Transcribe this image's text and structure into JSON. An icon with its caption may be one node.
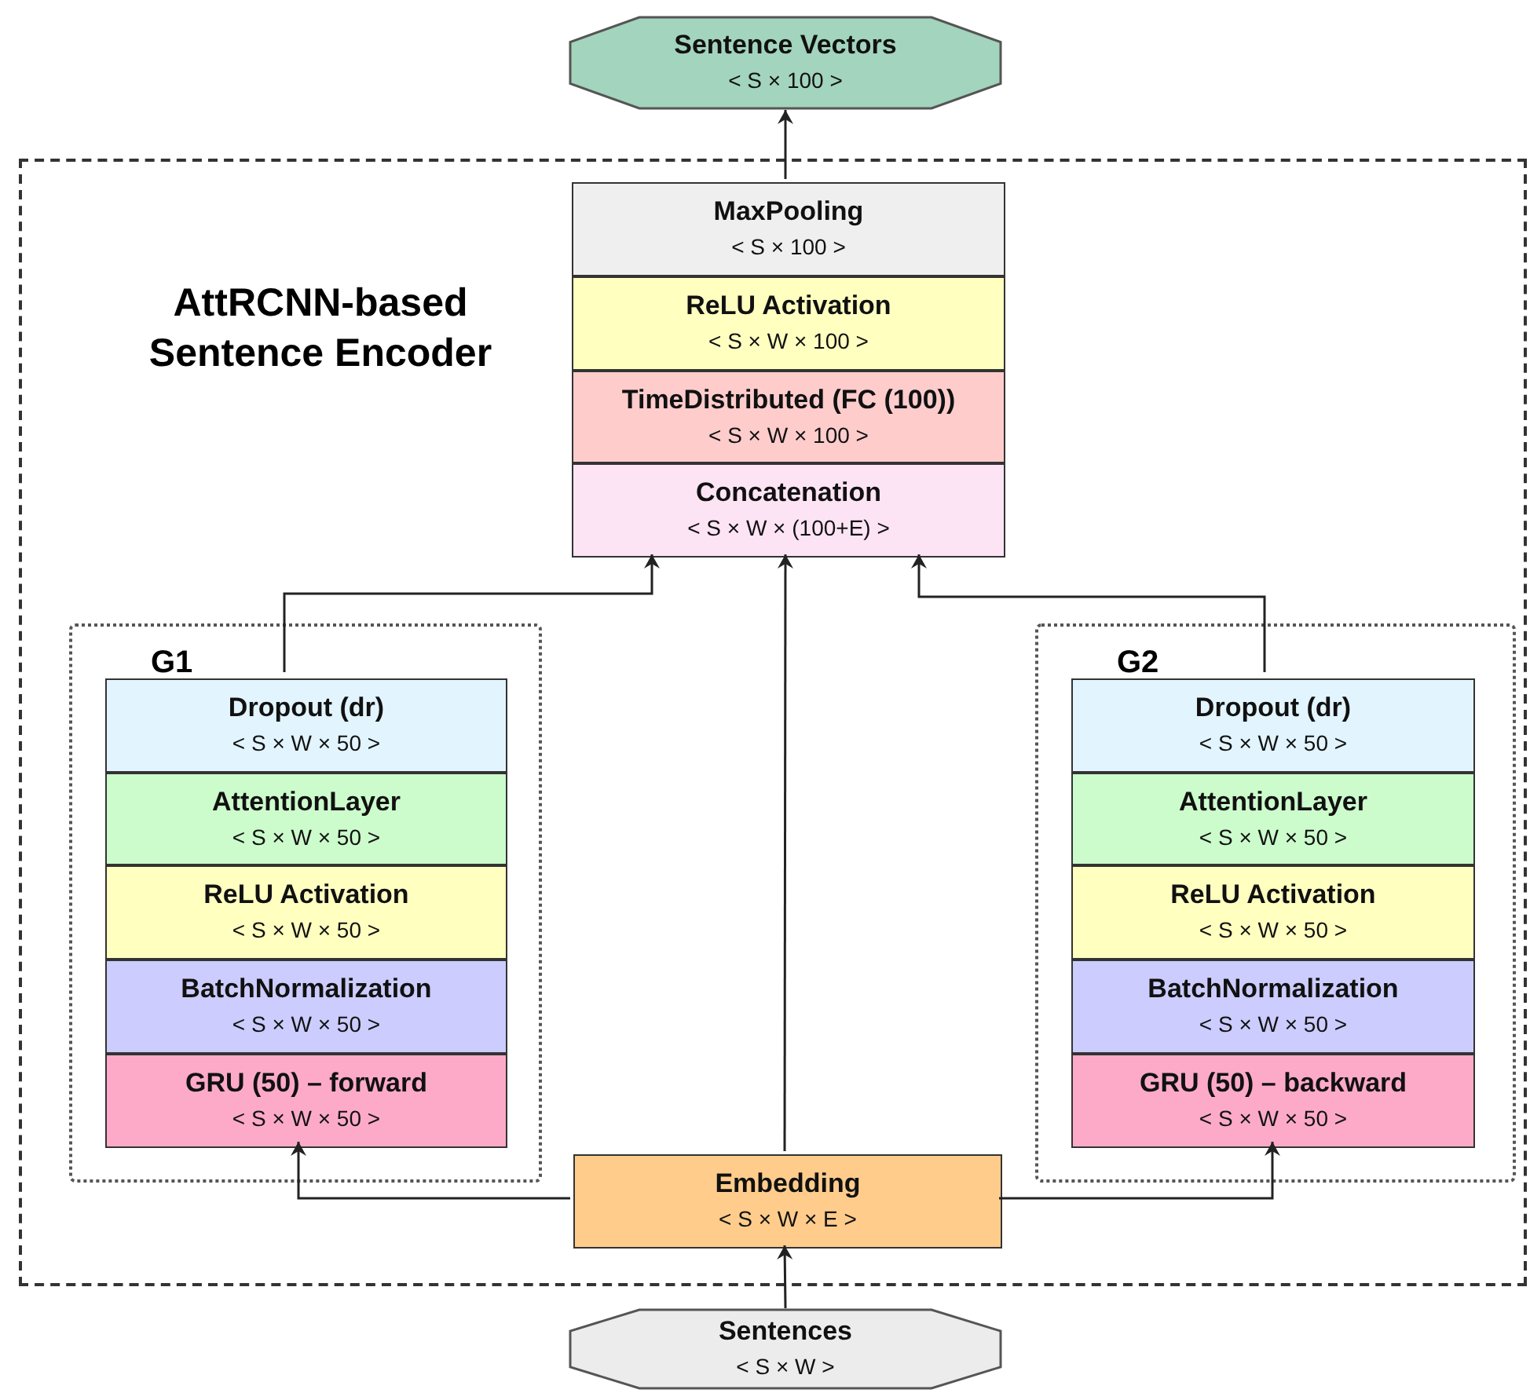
{
  "diagram": {
    "nodes": [
      {
        "text": [
          "Sentence Vectors",
          "< S × 100 >"
        ]
      },
      {
        "text": [
          "AttRCNN-based Sentence Encoder"
        ]
      },
      {
        "text": [
          "MaxPooling",
          "< S × 100 >"
        ],
        "in": 1
      },
      {
        "text": [
          "ReLU Activation",
          "< S × W × 100 >"
        ],
        "in": 1
      },
      {
        "text": [
          "TimeDistributed (FC (100))",
          "< S × W × 100 >"
        ],
        "in": 1
      },
      {
        "text": [
          "Concatenation",
          "< S × W × (100+E) >"
        ],
        "in": 1
      },
      {
        "text": [
          "G1"
        ],
        "in": 1
      },
      {
        "text": [
          "Dropout (dr)",
          "< S × W × 50 >"
        ],
        "in": 6
      },
      {
        "text": [
          "AttentionLayer",
          "< S × W × 50 >"
        ],
        "in": 6
      },
      {
        "text": [
          "ReLU Activation",
          "< S × W × 50 >"
        ],
        "in": 6
      },
      {
        "text": [
          "BatchNormalization",
          "< S × W × 50 >"
        ],
        "in": 6
      },
      {
        "text": [
          "GRU (50) – forward",
          "< S × W × 50 >"
        ],
        "in": 6
      },
      {
        "text": [
          "G2"
        ],
        "in": 1
      },
      {
        "text": [
          "Dropout (dr)",
          "< S × W × 50 >"
        ],
        "in": 12
      },
      {
        "text": [
          "AttentionLayer",
          "< S × W × 50 >"
        ],
        "in": 12
      },
      {
        "text": [
          "ReLU Activation",
          "< S × W × 50 >"
        ],
        "in": 12
      },
      {
        "text": [
          "BatchNormalization",
          "< S × W × 50 >"
        ],
        "in": 12
      },
      {
        "text": [
          "GRU (50) – backward",
          "< S × W × 50 >"
        ],
        "in": 12
      },
      {
        "text": [
          "Embedding",
          "< S × W × E >"
        ],
        "in": 1
      },
      {
        "text": [
          "Sentences",
          "< S × W >"
        ]
      }
    ],
    "edges": [
      {
        "from": 2,
        "to": 0,
        "arrow": "to"
      },
      {
        "from": 7,
        "to": 5,
        "arrow": "to"
      },
      {
        "from": 18,
        "to": 5,
        "arrow": "to"
      },
      {
        "from": 13,
        "to": 5,
        "arrow": "to"
      },
      {
        "from": 18,
        "to": 11,
        "arrow": "to"
      },
      {
        "from": 18,
        "to": 17,
        "arrow": "to"
      },
      {
        "from": 19,
        "to": 18,
        "arrow": "to"
      }
    ]
  }
}
